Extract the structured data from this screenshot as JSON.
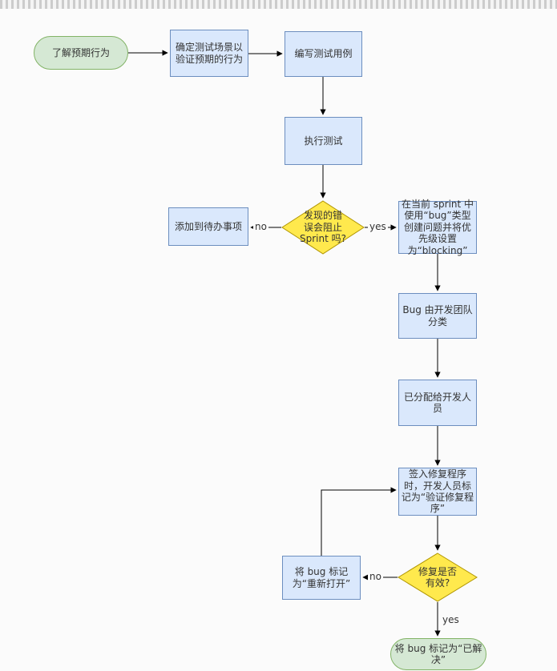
{
  "diagram": {
    "nodes": {
      "start": {
        "label": "了解预期行为",
        "shape": "terminal"
      },
      "define": {
        "label": "确定测试场景以验证预期的行为",
        "shape": "process"
      },
      "write": {
        "label": "编写测试用例",
        "shape": "process"
      },
      "execute": {
        "label": "执行测试",
        "shape": "process"
      },
      "blocker_decision": {
        "label": "发现的错误会阻止 Sprint 吗?",
        "shape": "decision"
      },
      "backlog": {
        "label": "添加到待办事项",
        "shape": "process"
      },
      "create_bug": {
        "label": "在当前 sprint 中使用“bug”类型创建问题并将优先级设置为“blocking”",
        "shape": "process"
      },
      "triage": {
        "label": "Bug 由开发团队分类",
        "shape": "process"
      },
      "assign": {
        "label": "已分配给开发人员",
        "shape": "process"
      },
      "checkin": {
        "label": "签入修复程序时，开发人员标记为“验证修复程序”",
        "shape": "process"
      },
      "verify_decision": {
        "label": "修复是否有效?",
        "shape": "decision"
      },
      "reopen": {
        "label": "将 bug 标记为“重新打开”",
        "shape": "process"
      },
      "resolved": {
        "label": "将 bug 标记为“已解决”",
        "shape": "terminal"
      }
    },
    "edge_labels": {
      "blocker_no": "no",
      "blocker_yes": "yes",
      "verify_no": "no",
      "verify_yes": "yes"
    },
    "colors": {
      "process_fill": "#dae8fc",
      "process_stroke": "#6c8ebf",
      "terminal_fill": "#d5e8d4",
      "terminal_stroke": "#82b366",
      "decision_fill": "#ffe94d",
      "decision_stroke": "#b09500",
      "edge": "#000000",
      "text": "#333333",
      "canvas": "#fbfbfb"
    }
  }
}
